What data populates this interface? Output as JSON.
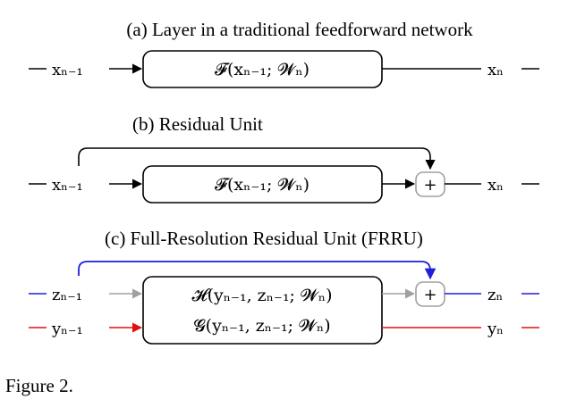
{
  "sections": {
    "a": {
      "heading": "(a) Layer in a traditional feedforward network",
      "box_expr": "𝓕(xₙ₋₁; 𝓦ₙ)",
      "input_label": "xₙ₋₁",
      "output_label": "xₙ"
    },
    "b": {
      "heading": "(b) Residual Unit",
      "box_expr": "𝓕(xₙ₋₁; 𝓦ₙ)",
      "input_label": "xₙ₋₁",
      "output_label": "xₙ",
      "sum_symbol": "+"
    },
    "c": {
      "heading": "(c) Full-Resolution Residual Unit (FRRU)",
      "box_expr_top": "𝓗(yₙ₋₁, zₙ₋₁; 𝓦ₙ)",
      "box_expr_bottom": "𝓖(yₙ₋₁, zₙ₋₁; 𝓦ₙ)",
      "input_z_label": "zₙ₋₁",
      "input_y_label": "yₙ₋₁",
      "output_z_label": "zₙ",
      "output_y_label": "yₙ",
      "sum_symbol": "+"
    }
  },
  "caption": "Figure 2.",
  "colors": {
    "black": "#000000",
    "blue": "#1f1fd6",
    "red": "#e01010",
    "gray": "#a0a0a0"
  }
}
